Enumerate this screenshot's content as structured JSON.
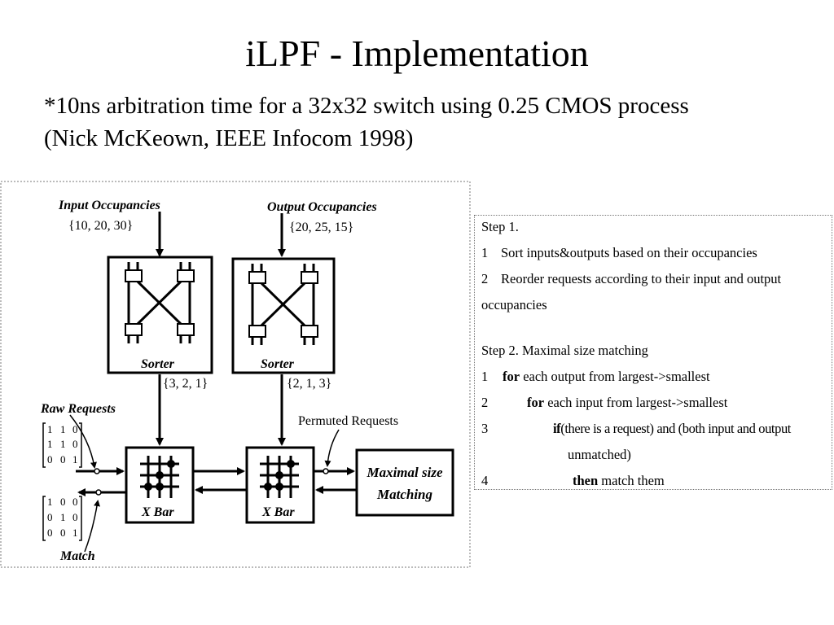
{
  "slide": {
    "title": "iLPF - Implementation",
    "subtitle_line1": "*10ns arbitration time for a 32x32 switch using 0.25 CMOS process",
    "subtitle_line2": "(Nick McKeown, IEEE Infocom 1998)"
  },
  "diagram": {
    "input_occupancies_label": "Input Occupancies",
    "input_occupancies_values": "{10, 20, 30}",
    "output_occupancies_label": "Output Occupancies",
    "output_occupancies_values": "{20, 25, 15}",
    "sorter_label": "Sorter",
    "sorter1_output": "{3, 2, 1}",
    "sorter2_output": "{2, 1, 3}",
    "raw_requests_label": "Raw Requests",
    "raw_requests_matrix": [
      [
        "1",
        "1",
        "0"
      ],
      [
        "1",
        "1",
        "0"
      ],
      [
        "0",
        "0",
        "1"
      ]
    ],
    "match_label": "Match",
    "match_matrix": [
      [
        "1",
        "0",
        "0"
      ],
      [
        "0",
        "1",
        "0"
      ],
      [
        "0",
        "0",
        "1"
      ]
    ],
    "permuted_requests_label": "Permuted Requests",
    "xbar_label": "X Bar",
    "maximal_line1": "Maximal size",
    "maximal_line2": "Matching"
  },
  "steps": {
    "step1_title": "Step 1.",
    "s1_1_num": "1",
    "s1_1": "Sort inputs&outputs based on their occupancies",
    "s1_2_num": "2",
    "s1_2a": "Reorder requests according to their input and output",
    "s1_2b": "occupancies",
    "step2_title": "Step 2. Maximal size matching",
    "s2_1_num": "1",
    "s2_1_kw": "for",
    "s2_1_text": "each output from largest->smallest",
    "s2_2_num": "2",
    "s2_2_kw": "for",
    "s2_2_text": "each input from largest->smallest",
    "s2_3_num": "3",
    "s2_3_kw": "if",
    "s2_3_text": "(there is a request) and (both input and output",
    "s2_3b": "unmatched)",
    "s2_4_num": "4",
    "s2_4_kw": "then",
    "s2_4_text": "match them"
  }
}
